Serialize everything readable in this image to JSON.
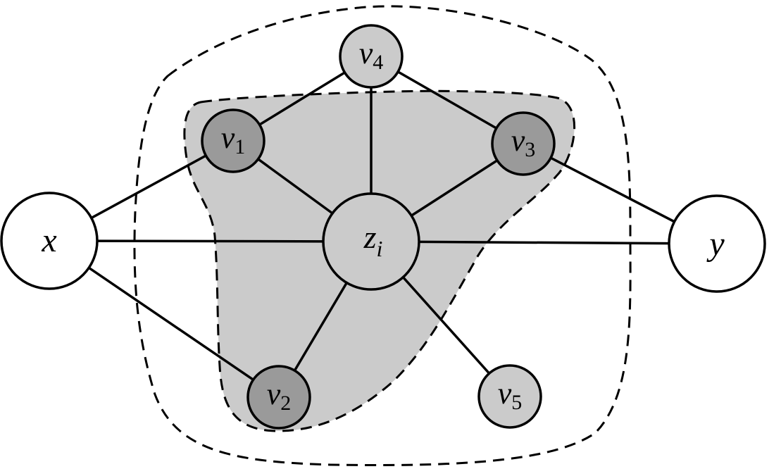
{
  "nodes": {
    "x": {
      "base": "x",
      "sub": ""
    },
    "y": {
      "base": "y",
      "sub": ""
    },
    "zi": {
      "base": "z",
      "sub": "i"
    },
    "v1": {
      "base": "v",
      "sub": "1"
    },
    "v2": {
      "base": "v",
      "sub": "2"
    },
    "v3": {
      "base": "v",
      "sub": "3"
    },
    "v4": {
      "base": "v",
      "sub": "4"
    },
    "v5": {
      "base": "v",
      "sub": "5"
    }
  },
  "colors": {
    "region_fill": "#cbcbcb",
    "node_light": "#cbcbcb",
    "node_dark": "#9a9a9a",
    "endpoint_fill": "#ffffff",
    "stroke": "#000000"
  }
}
